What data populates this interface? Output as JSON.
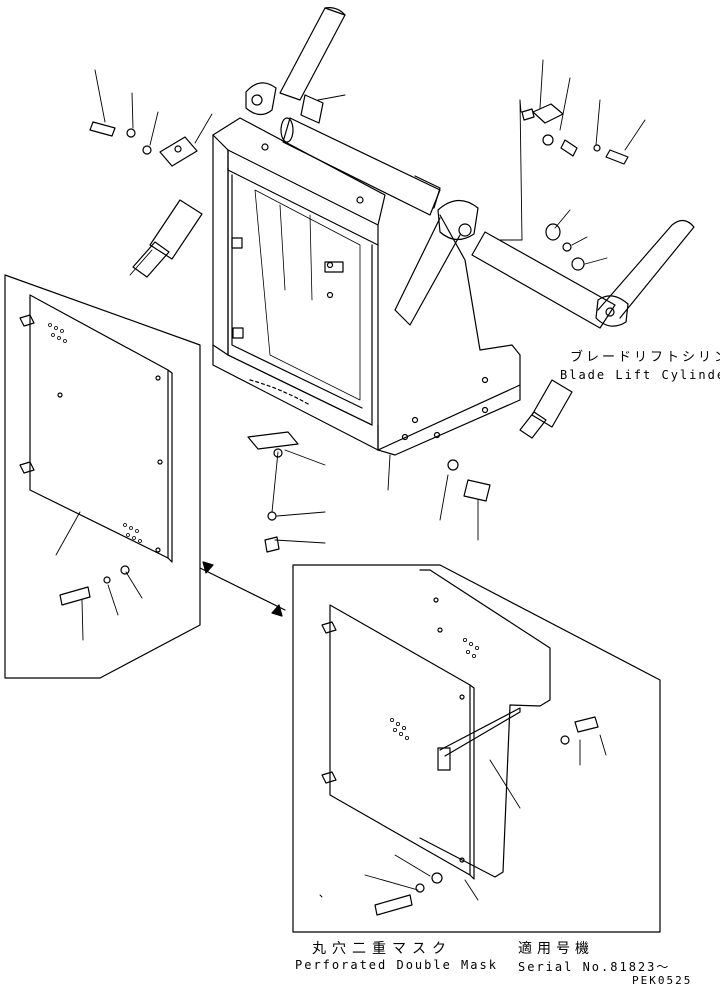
{
  "callouts": {
    "blade_lift_cylinder_jp": "ブレードリフトシリンダ",
    "blade_lift_cylinder_en": "Blade Lift Cylinder"
  },
  "inset": {
    "title_jp": "丸穴二重マスク",
    "title_en": "Perforated Double Mask",
    "serial_label_jp": "適用号機",
    "serial_label_en": "Serial No.81823〜"
  },
  "drawing_code": "PEK0525"
}
